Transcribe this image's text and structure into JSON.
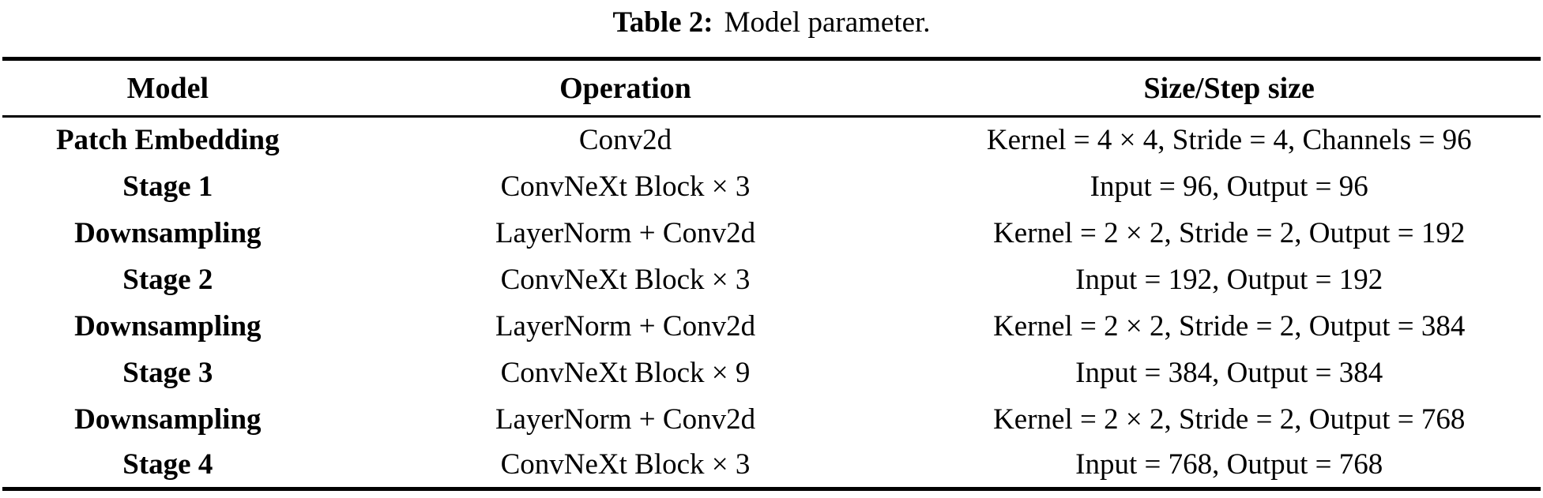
{
  "page": {
    "background_color": "#ffffff",
    "text_color": "#000000"
  },
  "caption": {
    "label": "Table 2:",
    "text": "Model parameter."
  },
  "table": {
    "columns": [
      {
        "label": "Model"
      },
      {
        "label": "Operation"
      },
      {
        "label": "Size/Step size"
      }
    ],
    "rows": [
      {
        "model": "Patch Embedding",
        "operation": "Conv2d",
        "size": "Kernel = 4 × 4, Stride = 4, Channels = 96"
      },
      {
        "model": "Stage 1",
        "operation": "ConvNeXt Block × 3",
        "size": "Input = 96, Output = 96"
      },
      {
        "model": "Downsampling",
        "operation": "LayerNorm + Conv2d",
        "size": "Kernel = 2 × 2, Stride = 2, Output = 192"
      },
      {
        "model": "Stage 2",
        "operation": "ConvNeXt Block × 3",
        "size": "Input = 192, Output = 192"
      },
      {
        "model": "Downsampling",
        "operation": "LayerNorm + Conv2d",
        "size": "Kernel = 2 × 2, Stride = 2, Output = 384"
      },
      {
        "model": "Stage 3",
        "operation": "ConvNeXt Block × 9",
        "size": "Input = 384, Output = 384"
      },
      {
        "model": "Downsampling",
        "operation": "LayerNorm + Conv2d",
        "size": "Kernel = 2 × 2, Stride = 2, Output = 768"
      },
      {
        "model": "Stage 4",
        "operation": "ConvNeXt Block × 3",
        "size": "Input = 768, Output = 768"
      }
    ]
  }
}
